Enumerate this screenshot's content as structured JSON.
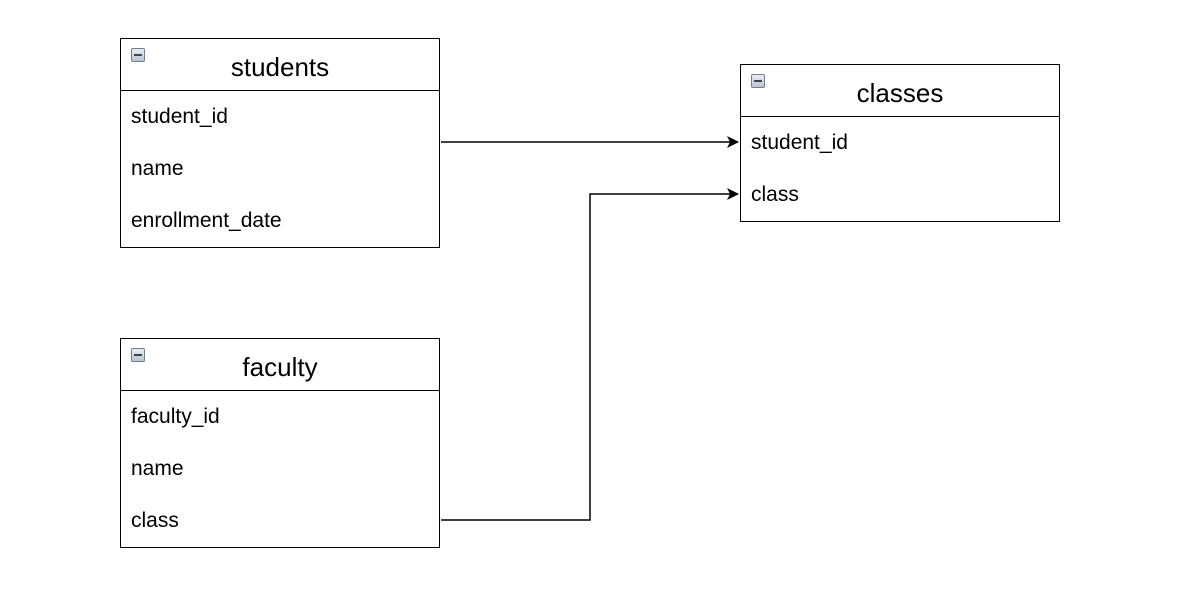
{
  "diagram": {
    "entities": [
      {
        "id": "students",
        "title": "students",
        "fields": [
          "student_id",
          "name",
          "enrollment_date"
        ]
      },
      {
        "id": "faculty",
        "title": "faculty",
        "fields": [
          "faculty_id",
          "name",
          "class"
        ]
      },
      {
        "id": "classes",
        "title": "classes",
        "fields": [
          "student_id",
          "class"
        ]
      }
    ],
    "relationships": [
      {
        "from": "students",
        "to": "classes.student_id"
      },
      {
        "from": "faculty.class",
        "to": "classes.class"
      }
    ],
    "line_color": "#000000",
    "collapse_icon": "minus-box-icon"
  }
}
